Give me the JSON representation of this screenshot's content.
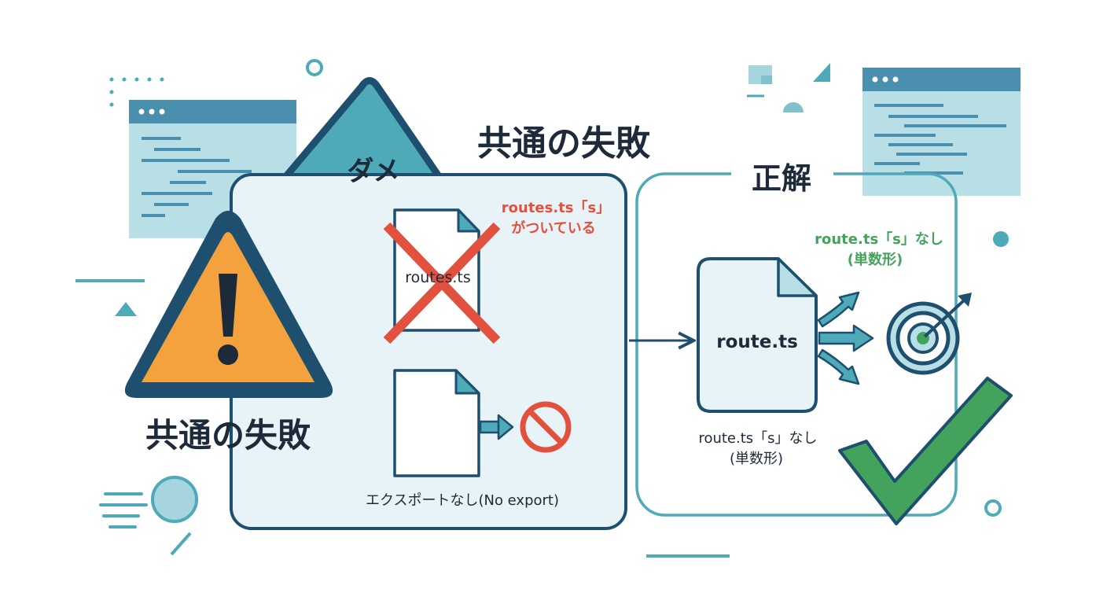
{
  "diagram": {
    "title_top": "共通の失敗",
    "title_bottom": "共通の失敗",
    "bad_label": "ダメ",
    "good_label": "正解",
    "bad_file_name": "routes.ts",
    "bad_note_line1": "routes.ts「s」",
    "bad_note_line2": "がついている",
    "no_export_label": "エクスポートなし(No export)",
    "good_file_name": "route.ts",
    "good_note_line1": "route.ts「s」なし",
    "good_note_line2": "(単数形)",
    "good_caption_line1": "route.ts「s」なし",
    "good_caption_line2": "(単数形)"
  },
  "colors": {
    "navy": "#1f4f6e",
    "teal": "#4ea9b9",
    "light_blue": "#e7f3f6",
    "warning_orange": "#f4a23e",
    "error_red": "#e2513d",
    "success_green": "#43a35c",
    "dark_text": "#1c2a39"
  },
  "icons": [
    "warning-icon",
    "cross-mark-icon",
    "no-entry-icon",
    "target-icon",
    "checkmark-icon",
    "code-window-icon",
    "file-icon",
    "arrow-right-icon"
  ]
}
